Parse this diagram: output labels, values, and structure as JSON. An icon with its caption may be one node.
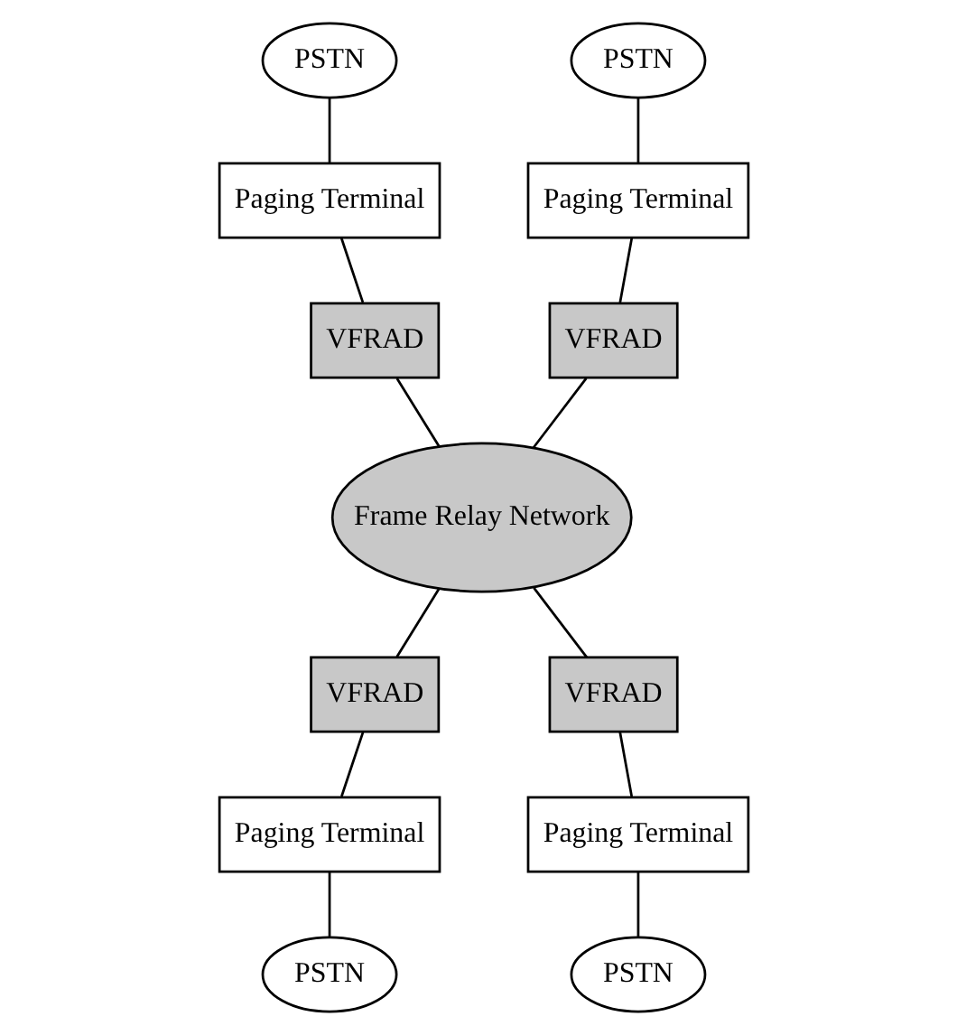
{
  "diagram": {
    "nodes": [
      {
        "text": [
          "PSTN"
        ]
      },
      {
        "text": [
          "PSTN"
        ]
      },
      {
        "text": [
          "Paging Terminal"
        ]
      },
      {
        "text": [
          "Paging Terminal"
        ]
      },
      {
        "text": [
          "VFRAD"
        ]
      },
      {
        "text": [
          "VFRAD"
        ]
      },
      {
        "text": [
          "Frame Relay Network"
        ]
      },
      {
        "text": [
          "VFRAD"
        ]
      },
      {
        "text": [
          "VFRAD"
        ]
      },
      {
        "text": [
          "Paging Terminal"
        ]
      },
      {
        "text": [
          "Paging Terminal"
        ]
      },
      {
        "text": [
          "PSTN"
        ]
      },
      {
        "text": [
          "PSTN"
        ]
      }
    ],
    "edges": [
      {
        "from": 0,
        "to": 2,
        "arrow": "none"
      },
      {
        "from": 1,
        "to": 3,
        "arrow": "none"
      },
      {
        "from": 2,
        "to": 4,
        "arrow": "none"
      },
      {
        "from": 3,
        "to": 5,
        "arrow": "none"
      },
      {
        "from": 4,
        "to": 6,
        "arrow": "none"
      },
      {
        "from": 5,
        "to": 6,
        "arrow": "none"
      },
      {
        "from": 6,
        "to": 7,
        "arrow": "none"
      },
      {
        "from": 6,
        "to": 8,
        "arrow": "none"
      },
      {
        "from": 7,
        "to": 9,
        "arrow": "none"
      },
      {
        "from": 8,
        "to": 10,
        "arrow": "none"
      },
      {
        "from": 9,
        "to": 11,
        "arrow": "none"
      },
      {
        "from": 10,
        "to": 12,
        "arrow": "none"
      }
    ]
  }
}
